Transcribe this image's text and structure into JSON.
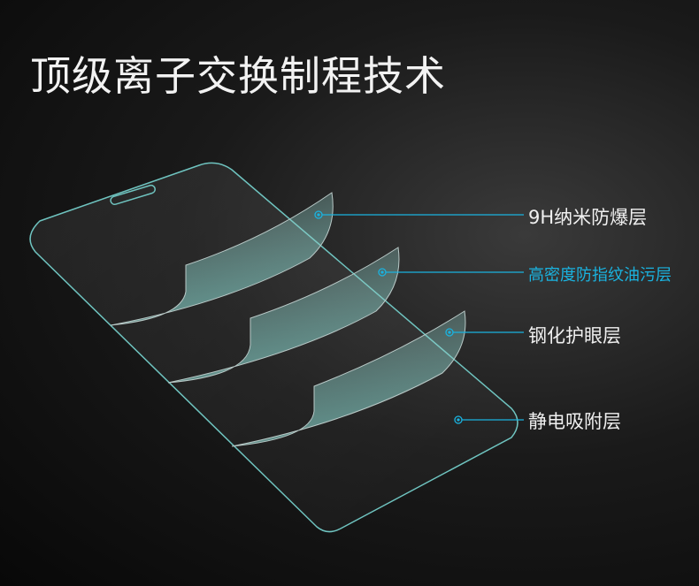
{
  "title": "顶级离子交换制程技术",
  "layers": [
    {
      "label": "9H纳米防爆层",
      "color": "#f0f0f0"
    },
    {
      "label": "高密度防指纹油污层",
      "color": "#1ab3e0"
    },
    {
      "label": "钢化护眼层",
      "color": "#f0f0f0"
    },
    {
      "label": "静电吸附层",
      "color": "#f0f0f0"
    }
  ],
  "colors": {
    "accent": "#1ab3e0",
    "glass_edge": "#6fc4c0"
  }
}
